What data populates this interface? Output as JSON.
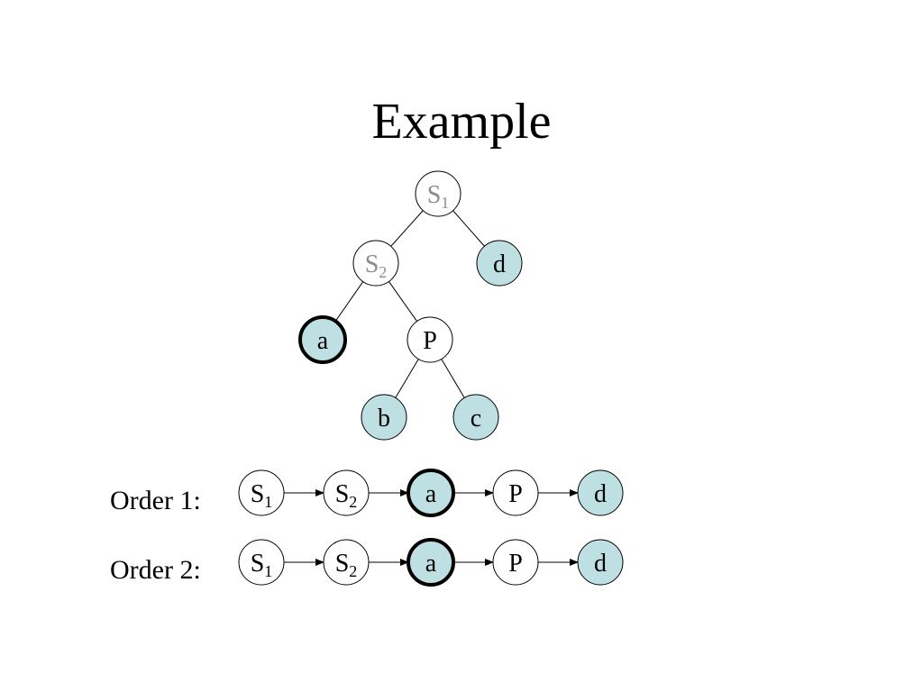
{
  "title": "Example",
  "colors": {
    "leaf_fill": "#bfe0e3",
    "plain_fill": "#ffffff",
    "muted_text": "#8c8c8c",
    "text": "#000000"
  },
  "tree": {
    "nodes": {
      "s1": {
        "label": "S",
        "sub": "1",
        "fill": "plain",
        "muted": true,
        "bold_outline": false
      },
      "s2": {
        "label": "S",
        "sub": "2",
        "fill": "plain",
        "muted": true,
        "bold_outline": false
      },
      "d": {
        "label": "d",
        "sub": "",
        "fill": "leaf",
        "muted": false,
        "bold_outline": false
      },
      "a": {
        "label": "a",
        "sub": "",
        "fill": "leaf",
        "muted": false,
        "bold_outline": true
      },
      "p": {
        "label": "P",
        "sub": "",
        "fill": "plain",
        "muted": false,
        "bold_outline": false
      },
      "b": {
        "label": "b",
        "sub": "",
        "fill": "leaf",
        "muted": false,
        "bold_outline": false
      },
      "c": {
        "label": "c",
        "sub": "",
        "fill": "leaf",
        "muted": false,
        "bold_outline": false
      }
    },
    "edges": [
      [
        "s1",
        "s2"
      ],
      [
        "s1",
        "d"
      ],
      [
        "s2",
        "a"
      ],
      [
        "s2",
        "p"
      ],
      [
        "p",
        "b"
      ],
      [
        "p",
        "c"
      ]
    ]
  },
  "orders": [
    {
      "label": "Order 1:",
      "nodes": [
        {
          "label": "S",
          "sub": "1",
          "fill": "plain",
          "bold_outline": false
        },
        {
          "label": "S",
          "sub": "2",
          "fill": "plain",
          "bold_outline": false
        },
        {
          "label": "a",
          "sub": "",
          "fill": "leaf",
          "bold_outline": true
        },
        {
          "label": "P",
          "sub": "",
          "fill": "plain",
          "bold_outline": false
        },
        {
          "label": "d",
          "sub": "",
          "fill": "leaf",
          "bold_outline": false
        }
      ]
    },
    {
      "label": "Order 2:",
      "nodes": [
        {
          "label": "S",
          "sub": "1",
          "fill": "plain",
          "bold_outline": false
        },
        {
          "label": "S",
          "sub": "2",
          "fill": "plain",
          "bold_outline": false
        },
        {
          "label": "a",
          "sub": "",
          "fill": "leaf",
          "bold_outline": true
        },
        {
          "label": "P",
          "sub": "",
          "fill": "plain",
          "bold_outline": false
        },
        {
          "label": "d",
          "sub": "",
          "fill": "leaf",
          "bold_outline": false
        }
      ]
    }
  ]
}
